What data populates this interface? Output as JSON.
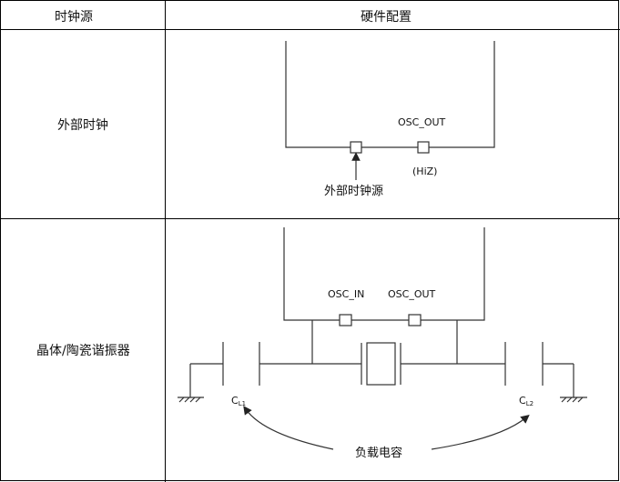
{
  "table": {
    "headers": [
      "时钟源",
      "硬件配置"
    ],
    "rows": [
      {
        "label": "外部时钟"
      },
      {
        "label": "晶体/陶瓷谐振器"
      }
    ]
  },
  "diagram_ext": {
    "pin_out": "OSC_OUT",
    "hiz": "(HiZ)",
    "source": "外部时钟源"
  },
  "diagram_xtal": {
    "pin_in": "OSC_IN",
    "pin_out": "OSC_OUT",
    "cl1_main": "C",
    "cl1_sub": "L1",
    "cl2_main": "C",
    "cl2_sub": "L2",
    "load_cap": "负载电容"
  }
}
